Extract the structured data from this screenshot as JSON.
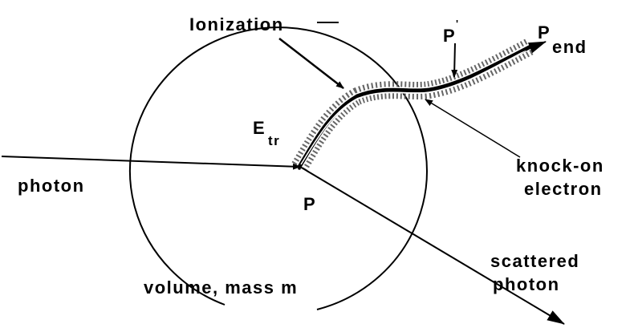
{
  "colors": {
    "background": "#ffffff",
    "ink": "#000000",
    "ionization_dots": "#555555"
  },
  "icons": {
    "arrowhead": "arrowhead-icon"
  },
  "labels": {
    "ionization": "Ionization",
    "photon": "photon",
    "p": "P",
    "e_main": "E",
    "e_sub": "tr",
    "p_prime_main": "P",
    "p_prime_sup": "'",
    "p_end_main": "P",
    "p_end_sub": "end",
    "knock_on_line1": "knock-on",
    "knock_on_line2": "electron",
    "scattered_line1": "scattered",
    "scattered_line2": "photon",
    "volume": "volume, mass m"
  }
}
